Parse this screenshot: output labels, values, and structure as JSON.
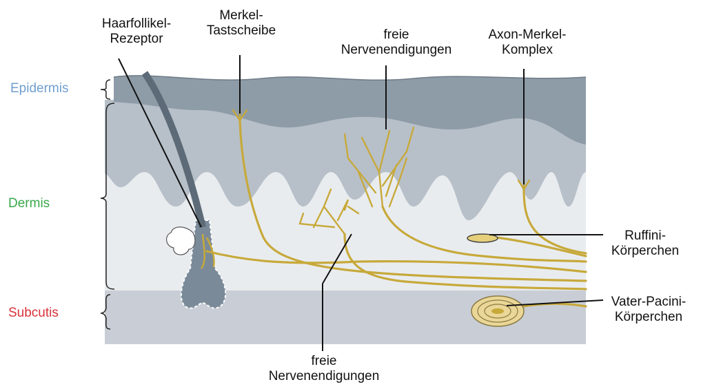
{
  "labels": {
    "hair_follicle": [
      "Haarfollikel-",
      "Rezeptor"
    ],
    "merkel_disc": [
      "Merkel-",
      "Tastscheibe"
    ],
    "free_nerve_top": [
      "freie",
      "Nervenendigungen"
    ],
    "axon_merkel": [
      "Axon-Merkel-",
      "Komplex"
    ],
    "ruffini": [
      "Ruffini-",
      "Körperchen"
    ],
    "pacini": [
      "Vater-Pacini-",
      "Körperchen"
    ],
    "free_nerve_bottom": [
      "freie",
      "Nervenendigungen"
    ]
  },
  "layers": {
    "epidermis": "Epidermis",
    "dermis": "Dermis",
    "subcutis": "Subcutis"
  },
  "colors": {
    "epidermis": "#6f9fcf",
    "dermis": "#3aa84a",
    "subcutis": "#d8323a",
    "epidermis_fill": "#8e9ca8",
    "dermis_upper_fill": "#b7c0c9",
    "dermis_lower_fill": "#e9ecef",
    "subcutis_fill": "#c9ced6",
    "nerve": "#c7a93a"
  }
}
